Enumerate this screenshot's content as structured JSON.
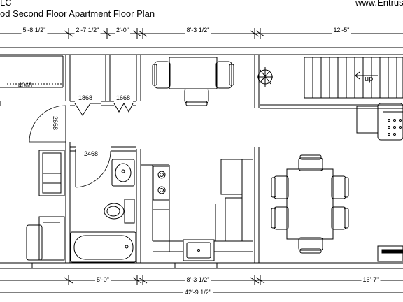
{
  "header": {
    "title_line1": "LC",
    "title_line2": "od Second Floor Apartment Floor Plan",
    "website": "www.Entrus"
  },
  "top_dimensions": [
    "5'-8 1/2\"",
    "2'-7 1/2\"",
    "2'-0\"",
    "8'-3 1/2\"",
    "12'-5\""
  ],
  "bottom_dimensions": [
    "5'-0\"",
    "8'-3 1/2\"",
    "16'-7\""
  ],
  "overall_dimension": "42'-9 1/2\"",
  "door_labels": {
    "left_door": "4068",
    "closet_left": "1868",
    "closet_right": "1668",
    "hall_door": "2668",
    "bath_door": "2468"
  },
  "stair_label": "up",
  "colors": {
    "lines": "#000000",
    "background": "#ffffff"
  }
}
